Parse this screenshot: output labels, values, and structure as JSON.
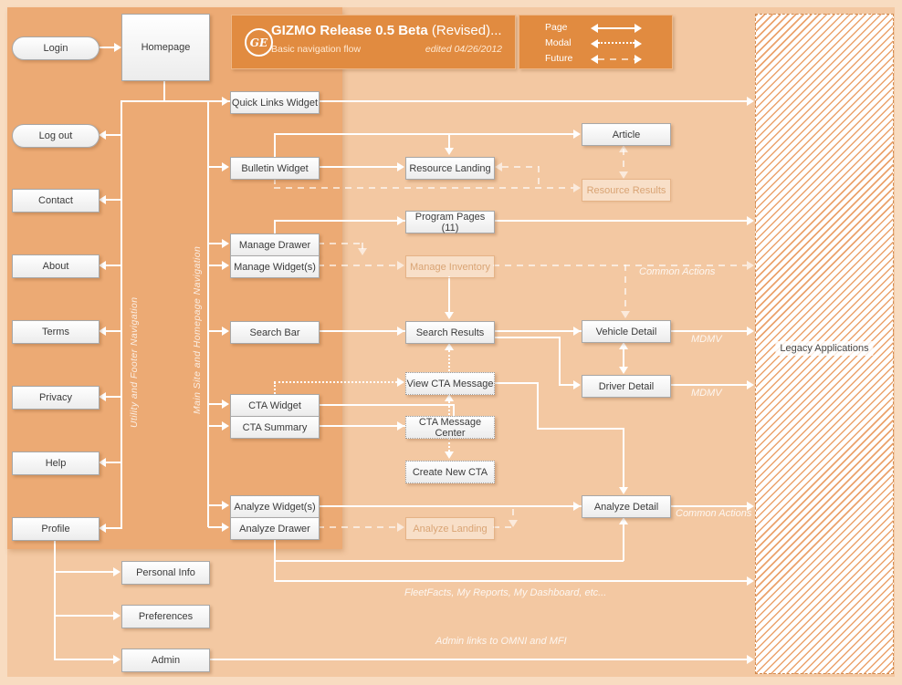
{
  "header": {
    "logo": "GE",
    "title_bold": "GIZMO Release 0.5 Beta",
    "title_rest": " (Revised)...",
    "subtitle": "Basic navigation flow",
    "edited": "edited 04/26/2012"
  },
  "legend": {
    "page": "Page",
    "modal": "Modal",
    "future": "Future"
  },
  "nav_labels": {
    "utility": "Utility and Footer Navigation",
    "main_site": "Main Site and Homepage Navigation"
  },
  "nodes": {
    "login": "Login",
    "logout": "Log out",
    "contact": "Contact",
    "about": "About",
    "terms": "Terms",
    "privacy": "Privacy",
    "help": "Help",
    "profile": "Profile",
    "homepage": "Homepage",
    "personal_info": "Personal Info",
    "preferences": "Preferences",
    "admin": "Admin",
    "quick_links_widget": "Quick Links Widget",
    "bulletin_widget": "Bulletin Widget",
    "manage_drawer": "Manage Drawer",
    "manage_widgets": "Manage Widget(s)",
    "search_bar": "Search Bar",
    "cta_widget": "CTA Widget",
    "cta_summary": "CTA Summary",
    "analyze_widgets": "Analyze Widget(s)",
    "analyze_drawer": "Analyze Drawer",
    "resource_landing": "Resource Landing",
    "program_pages": "Program Pages (11)",
    "manage_inventory": "Manage Inventory",
    "search_results": "Search Results",
    "view_cta_message": "View CTA Message",
    "cta_message_center": "CTA Message Center",
    "create_new_cta": "Create New CTA",
    "analyze_landing": "Analyze Landing",
    "article": "Article",
    "resource_results": "Resource Results",
    "vehicle_detail": "Vehicle Detail",
    "driver_detail": "Driver Detail",
    "analyze_detail": "Analyze Detail",
    "legacy_applications": "Legacy Applications"
  },
  "annotations": {
    "common_actions": "Common Actions",
    "mdmv": "MDMV",
    "fleetfacts": "FleetFacts, My Reports, My Dashboard, etc...",
    "admin_links": "Admin links to OMNI and MFI"
  },
  "colors": {
    "accent_orange": "#e18b40",
    "panel_orange": "#ecaa74",
    "background": "#f3c8a2",
    "connector": "#ffffff"
  }
}
